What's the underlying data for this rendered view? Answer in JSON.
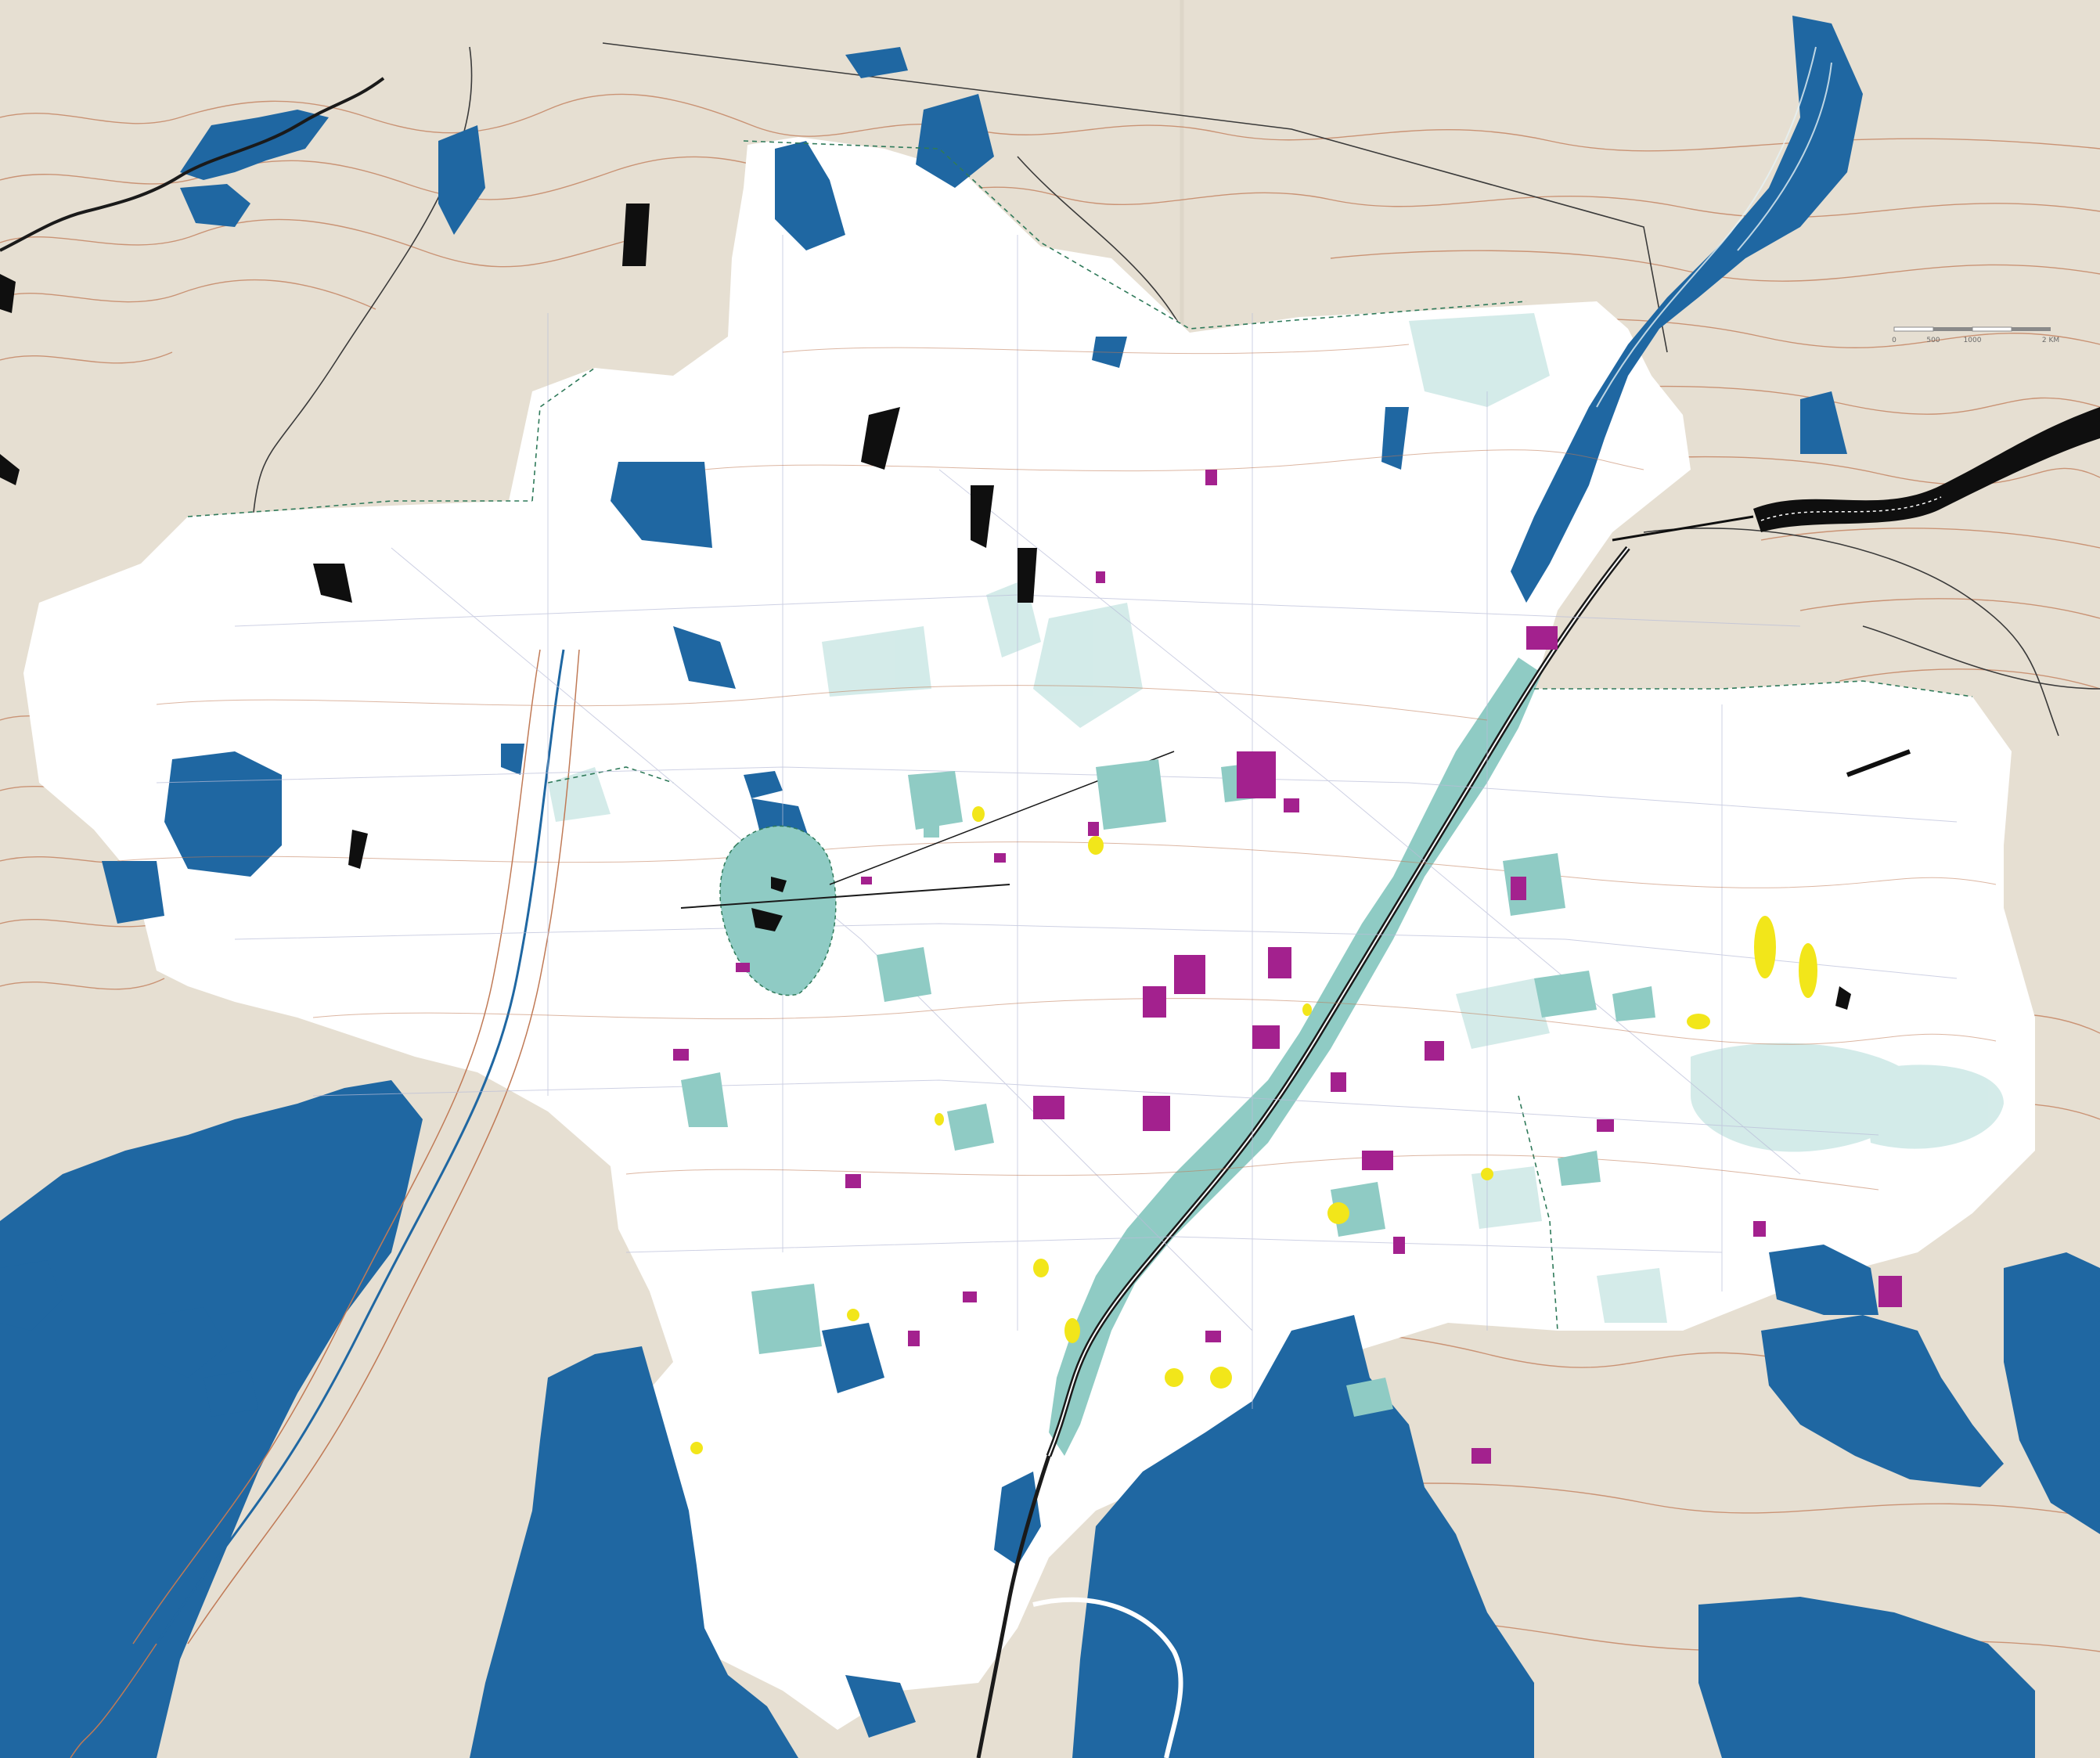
{
  "map": {
    "scale_bar": {
      "labels": [
        "0",
        "500",
        "1000",
        "2 KM"
      ]
    },
    "colors": {
      "background_land": "#e6dfd2",
      "urban_area": "#ffffff",
      "forest": "#1f67a2",
      "river_valley_park": "#8fcbc4",
      "light_park": "#cfe9e7",
      "facility_magenta": "#a3218e",
      "facility_yellow": "#f2e61a",
      "structure_black": "#0f0f0f",
      "contour_line": "#c07a56",
      "boundary_line": "#2f7a5a",
      "road_line": "#b9bdd8"
    }
  }
}
